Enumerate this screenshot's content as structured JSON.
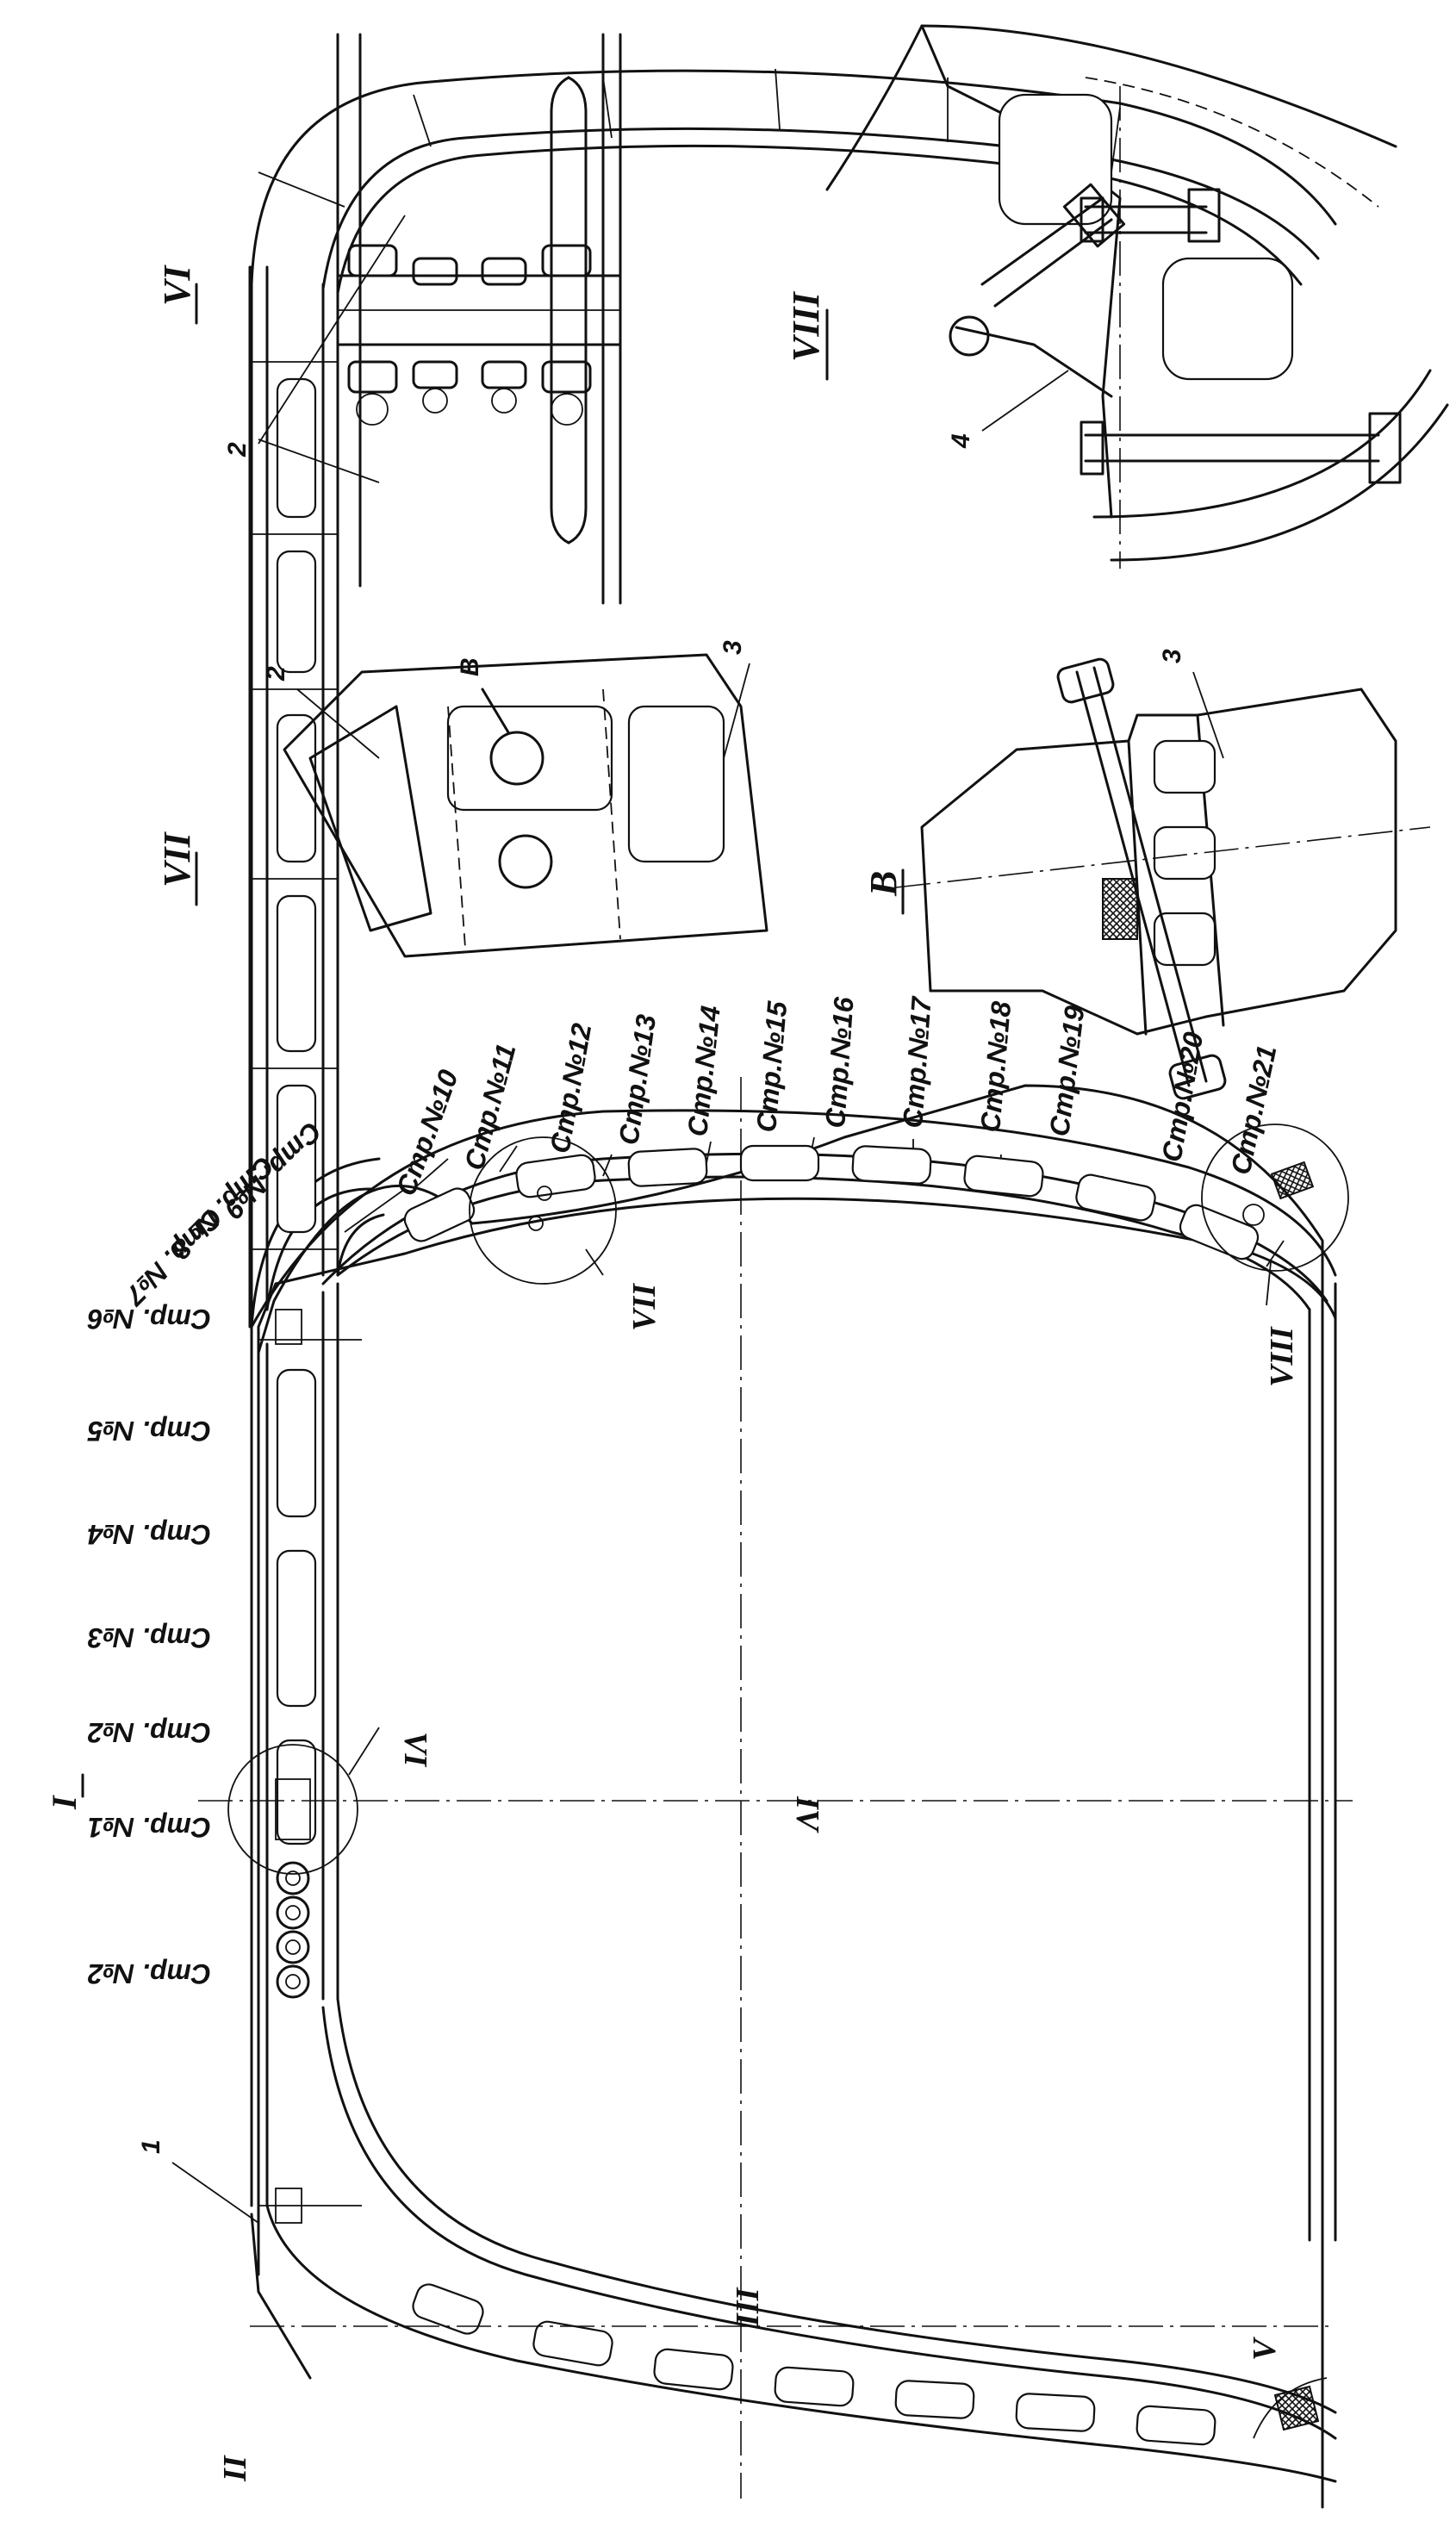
{
  "stations_left": [
    "Стр. №1",
    "Стр. №2",
    "Стр. №3",
    "Стр. №4",
    "Стр. №5",
    "Стр. №6",
    "Стр. №7",
    "Стр. № 8",
    "Стр. №9"
  ],
  "station_lower": "Стр. №2",
  "stations_right": [
    "Стр.№10",
    "Стр.№11",
    "Стр.№12",
    "Стр.№13",
    "Стр.№14",
    "Стр.№15",
    "Стр.№16",
    "Стр.№17",
    "Стр.№18",
    "Стр.№19",
    "Стр.№20",
    "Стр.№21"
  ],
  "section_marks": [
    "I",
    "II",
    "III",
    "IV",
    "V",
    "VI",
    "VII",
    "VIII"
  ],
  "view_titles": {
    "vi": "VI",
    "vii": "VII",
    "viii": "VIII",
    "b": "В"
  },
  "view_arrow": "В",
  "callouts": [
    "1",
    "2",
    "3",
    "4"
  ]
}
